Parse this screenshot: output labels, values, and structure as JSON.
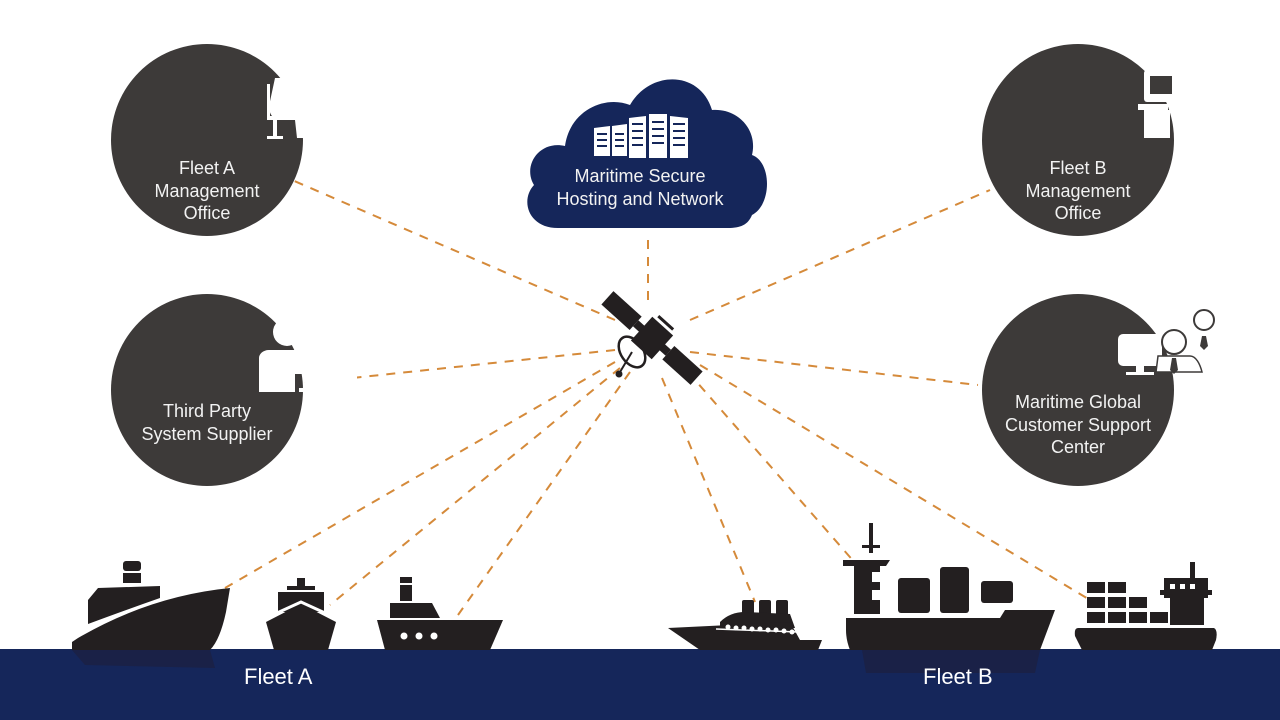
{
  "title": "Maritime fleet communication network diagram",
  "colors": {
    "node_fill": "#3d3a39",
    "cloud_fill": "#15265a",
    "sea": "#15265a",
    "link_dash": "#d58a3a",
    "ship": "#231f20",
    "text_light": "#f2f2f2"
  },
  "hub": {
    "name": "Satellite",
    "icon": "satellite-icon"
  },
  "cloud": {
    "icon": "server-rack-icon",
    "lines": [
      "Maritime Secure",
      "Hosting and Network"
    ]
  },
  "nodes": [
    {
      "id": "fleet-a-office",
      "icon": "desk-worker-icon",
      "lines": [
        "Fleet A",
        "Management",
        "Office"
      ]
    },
    {
      "id": "third-party",
      "icon": "computer-user-icon",
      "lines": [
        "Third Party",
        "System Supplier"
      ]
    },
    {
      "id": "fleet-b-office",
      "icon": "workstation-user-icon",
      "lines": [
        "Fleet B",
        "Management",
        "Office"
      ]
    },
    {
      "id": "support-center",
      "icon": "support-agents-icon",
      "lines": [
        "Maritime Global",
        "Customer Support",
        "Center"
      ]
    }
  ],
  "fleets": [
    {
      "label": "Fleet A",
      "ships": [
        "tanker-ship-icon",
        "bow-ship-icon",
        "tugboat-icon"
      ]
    },
    {
      "label": "Fleet B",
      "ships": [
        "cruise-ship-icon",
        "container-ship-icon",
        "cargo-ship-icon"
      ]
    }
  ],
  "links": [
    {
      "from": "satellite",
      "to": "cloud"
    },
    {
      "from": "satellite",
      "to": "fleet-a-office"
    },
    {
      "from": "satellite",
      "to": "third-party"
    },
    {
      "from": "satellite",
      "to": "fleet-b-office"
    },
    {
      "from": "satellite",
      "to": "support-center"
    },
    {
      "from": "satellite",
      "to": "tanker-ship"
    },
    {
      "from": "satellite",
      "to": "bow-ship"
    },
    {
      "from": "satellite",
      "to": "tugboat"
    },
    {
      "from": "satellite",
      "to": "cruise-ship"
    },
    {
      "from": "satellite",
      "to": "container-ship"
    },
    {
      "from": "satellite",
      "to": "cargo-ship"
    }
  ]
}
